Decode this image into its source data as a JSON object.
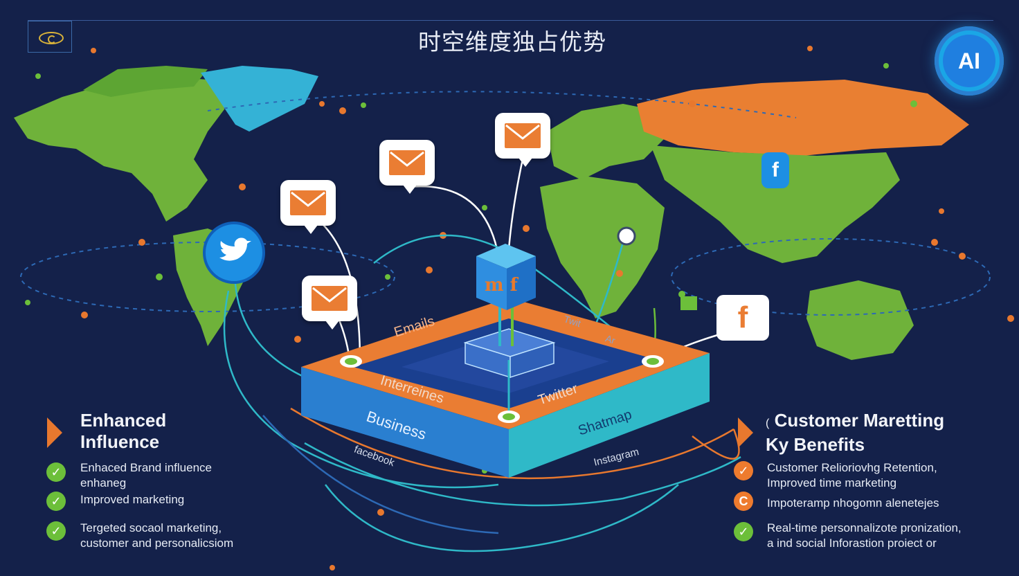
{
  "header": {
    "title": "时空维度独占优势",
    "ai_badge": "AI"
  },
  "hub": {
    "cube_label": "m f",
    "platform_labels": {
      "emails": "Emails",
      "interrelines": "Interreines",
      "business": "Business",
      "twitter": "Twitter",
      "shatmap": "Shatmap",
      "twitter_top": "Twit",
      "top_right": "Ar",
      "facebook": "facebook",
      "instagram": "Instagram"
    }
  },
  "icons": {
    "email_icon": "email-envelope",
    "twitter_icon": "twitter-bird",
    "facebook_icon": "facebook-f",
    "ai_icon": "ai-badge",
    "logo_icon": "eye-logo"
  },
  "left_panel": {
    "heading": "Enhanced Influence",
    "heading_line1": "Enhanced",
    "heading_line2": "Influence",
    "items": [
      {
        "line1": "Enhaced Brand influence",
        "line2": "enhaneg"
      },
      {
        "line1": "Improved marketing",
        "line2": ""
      },
      {
        "line1": "Tergeted socaol marketing,",
        "line2": "customer and personalicsiom"
      }
    ]
  },
  "right_panel": {
    "heading_line1": "Customer Maretting",
    "heading_prefix": "(",
    "heading_line2": "Ky Benefits",
    "items": [
      {
        "line1": "Customer Relioriovhg Retention,",
        "line2": "Improved time  marketing"
      },
      {
        "line1": "Impoteramp nhogomn alenetejes",
        "line2": ""
      },
      {
        "line1": "Real-time personnalizote pronization,",
        "line2": "a ind social Inforastion proiect or"
      }
    ]
  },
  "colors": {
    "background": "#14214a",
    "accent_orange": "#ea7d33",
    "accent_green": "#6cbf3a",
    "accent_blue": "#1d8fe3",
    "teal": "#2fb9c8"
  }
}
